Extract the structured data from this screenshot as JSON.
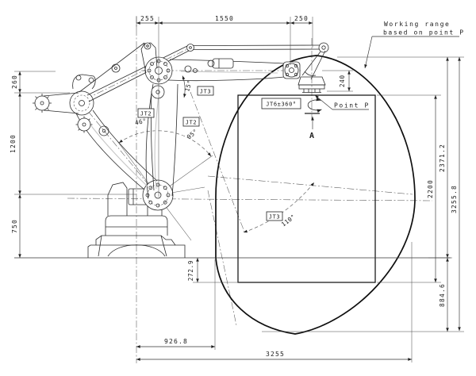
{
  "note": {
    "line1": "Working range",
    "line2": "based on point P"
  },
  "labels": {
    "jt3_upper": "JT3",
    "jt2_left": "JT2",
    "jt2_mid": "JT2",
    "jt3_lower": "JT3",
    "jt6": "JT6±360°",
    "point_p": "Point P",
    "section_arrow": "A"
  },
  "angles": {
    "boom_tilt": "15°",
    "jt2_left": "46°",
    "jt2_mid": "95°",
    "jt3_lower": "110°"
  },
  "dims": {
    "top_offset": "255",
    "arm_reach": "1550",
    "wrist_offset": "250",
    "left_upper": "260",
    "left_mid": "1200",
    "left_lower": "750",
    "flange": "240",
    "right_upper": "2371.2",
    "right_box": "2200",
    "right_total": "3255.8",
    "right_lower": "884.6",
    "bottom_inner": "926.8",
    "bottom_total": "3255",
    "below_base": "272.9"
  }
}
